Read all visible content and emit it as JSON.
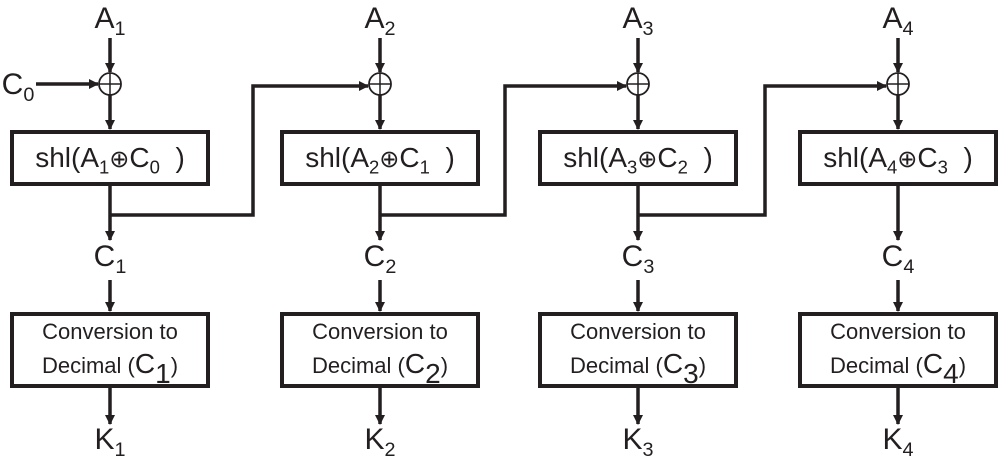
{
  "diagram": {
    "carry_in": {
      "base": "C",
      "sub": "0"
    },
    "stages": [
      {
        "input": {
          "base": "A",
          "sub": "1"
        },
        "shl": {
          "prefix": "shl(",
          "a_base": "A",
          "a_sub": "1",
          "op": "⊕",
          "c_base": "C",
          "c_sub": "0",
          "suffix": ")"
        },
        "carry_out": {
          "base": "C",
          "sub": "1"
        },
        "conversion": {
          "line1": "Conversion to",
          "line2_prefix": "Decimal (",
          "c_base": "C",
          "c_sub": "1",
          "line2_suffix": ")"
        },
        "key": {
          "base": "K",
          "sub": "1"
        }
      },
      {
        "input": {
          "base": "A",
          "sub": "2"
        },
        "shl": {
          "prefix": "shl(",
          "a_base": "A",
          "a_sub": "2",
          "op": "⊕",
          "c_base": "C",
          "c_sub": "1",
          "suffix": ")"
        },
        "carry_out": {
          "base": "C",
          "sub": "2"
        },
        "conversion": {
          "line1": "Conversion to",
          "line2_prefix": "Decimal (",
          "c_base": "C",
          "c_sub": "2",
          "line2_suffix": ")"
        },
        "key": {
          "base": "K",
          "sub": "2"
        }
      },
      {
        "input": {
          "base": "A",
          "sub": "3"
        },
        "shl": {
          "prefix": "shl(",
          "a_base": "A",
          "a_sub": "3",
          "op": "⊕",
          "c_base": "C",
          "c_sub": "2",
          "suffix": ")"
        },
        "carry_out": {
          "base": "C",
          "sub": "3"
        },
        "conversion": {
          "line1": "Conversion to",
          "line2_prefix": "Decimal (",
          "c_base": "C",
          "c_sub": "3",
          "line2_suffix": ")"
        },
        "key": {
          "base": "K",
          "sub": "3"
        }
      },
      {
        "input": {
          "base": "A",
          "sub": "4"
        },
        "shl": {
          "prefix": "shl(",
          "a_base": "A",
          "a_sub": "4",
          "op": "⊕",
          "c_base": "C",
          "c_sub": "3",
          "suffix": ")"
        },
        "carry_out": {
          "base": "C",
          "sub": "4"
        },
        "conversion": {
          "line1": "Conversion to",
          "line2_prefix": "Decimal (",
          "c_base": "C",
          "c_sub": "4",
          "line2_suffix": ")"
        },
        "key": {
          "base": "K",
          "sub": "4"
        }
      }
    ],
    "colors": {
      "stroke": "#231f20",
      "background": "#ffffff"
    }
  }
}
